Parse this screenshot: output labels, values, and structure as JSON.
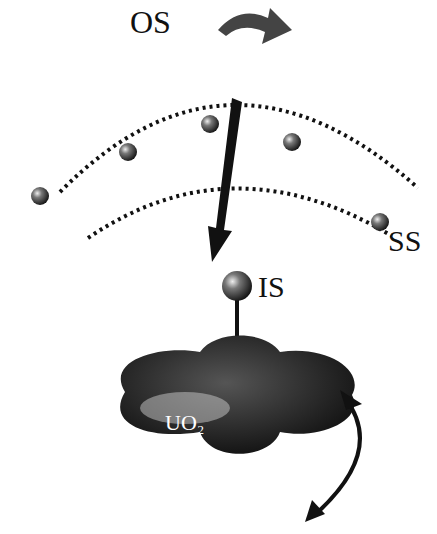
{
  "diagram": {
    "labels": [
      "OS",
      "SS",
      "IS",
      "UO₂"
    ]
  }
}
